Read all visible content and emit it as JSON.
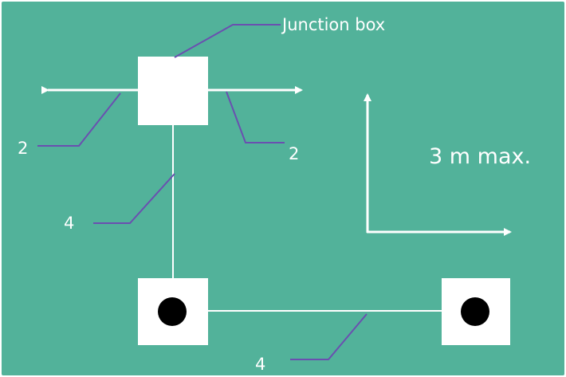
{
  "labels": {
    "junction_box": "Junction box",
    "wire_left": "2",
    "wire_right": "2",
    "wire_vertical": "4",
    "wire_horizontal": "4",
    "distance": "3 m max."
  },
  "colors": {
    "background": "#52b29a",
    "element": "#ffffff",
    "socket": "#000000",
    "leader": "#6a4fb0"
  }
}
